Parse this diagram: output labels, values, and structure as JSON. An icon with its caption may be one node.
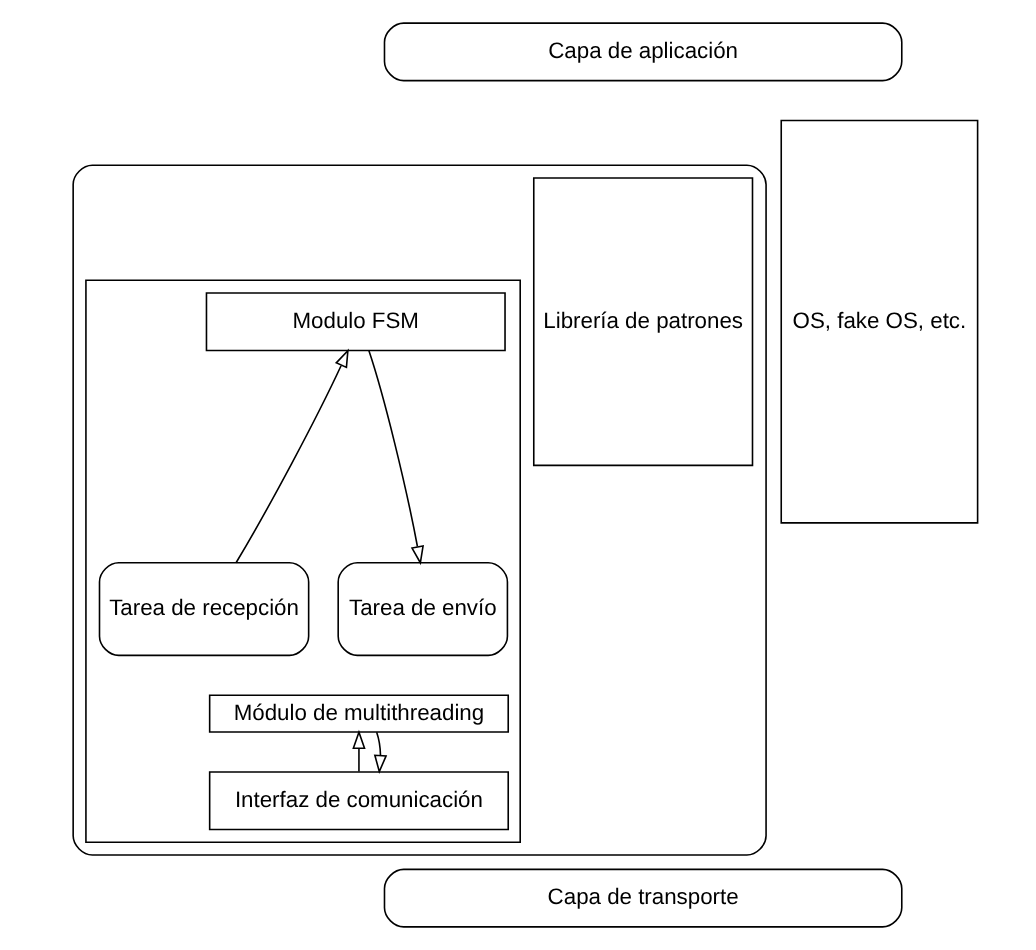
{
  "diagram": {
    "nodes": [
      {
        "text": [
          "Capa de aplicación"
        ]
      },
      {
        "text": [],
        "shape": "box"
      },
      {
        "text": [],
        "shape": "box",
        "in": 1
      },
      {
        "text": [
          "Modulo FSM"
        ],
        "in": 2
      },
      {
        "text": [
          "Tarea de recepción"
        ],
        "in": 2
      },
      {
        "text": [
          "Tarea de envío"
        ],
        "in": 2
      },
      {
        "text": [
          "Módulo de multithreading"
        ],
        "in": 2
      },
      {
        "text": [
          "Interfaz de comunicación"
        ],
        "in": 2
      },
      {
        "text": [
          "Librería de patrones"
        ],
        "in": 1
      },
      {
        "text": [
          "Capa de transporte"
        ]
      },
      {
        "text": [
          "OS, fake OS, etc."
        ]
      }
    ],
    "edges": [
      {
        "from": 4,
        "to": 3,
        "arrow": "to"
      },
      {
        "from": 3,
        "to": 5,
        "arrow": "to"
      },
      {
        "from": 7,
        "to": 6,
        "arrow": "to"
      },
      {
        "from": 6,
        "to": 7,
        "arrow": "to"
      }
    ]
  }
}
